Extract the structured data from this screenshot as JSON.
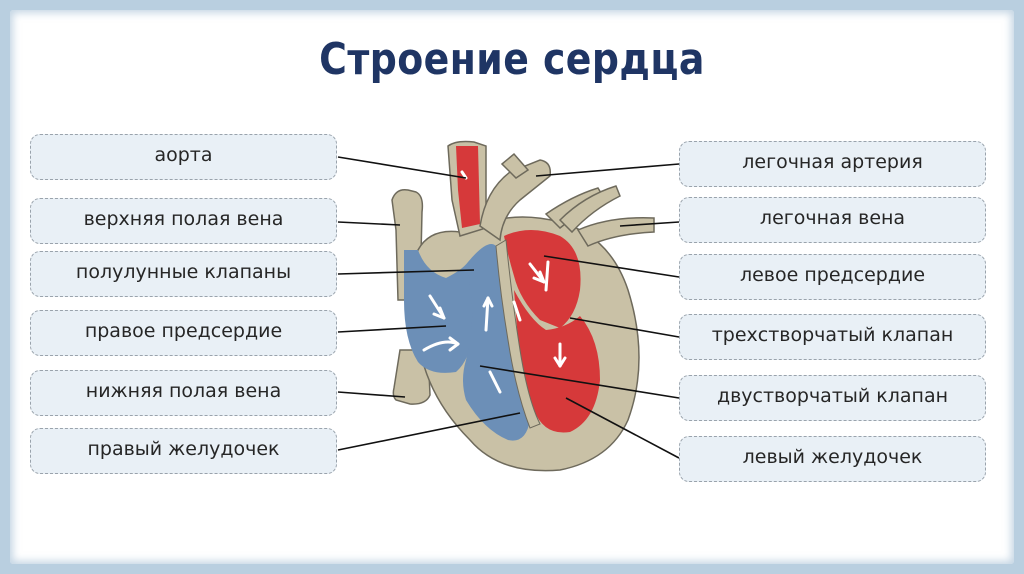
{
  "title": "Строение сердца",
  "labels_left": [
    "аорта",
    "верхняя полая вена",
    "полулунные клапаны",
    "правое предсердие",
    "нижняя полая вена",
    "правый желудочек"
  ],
  "labels_right": [
    "легочная артерия",
    "легочная вена",
    "левое предсердие",
    "трехстворчатый клапан",
    "двустворчатый клапан",
    "левый желудочек"
  ],
  "colors": {
    "oxygenated": "#d6393a",
    "deoxygenated": "#6c8fb7",
    "tissue": "#c9c1a6",
    "title": "#1f3564"
  }
}
